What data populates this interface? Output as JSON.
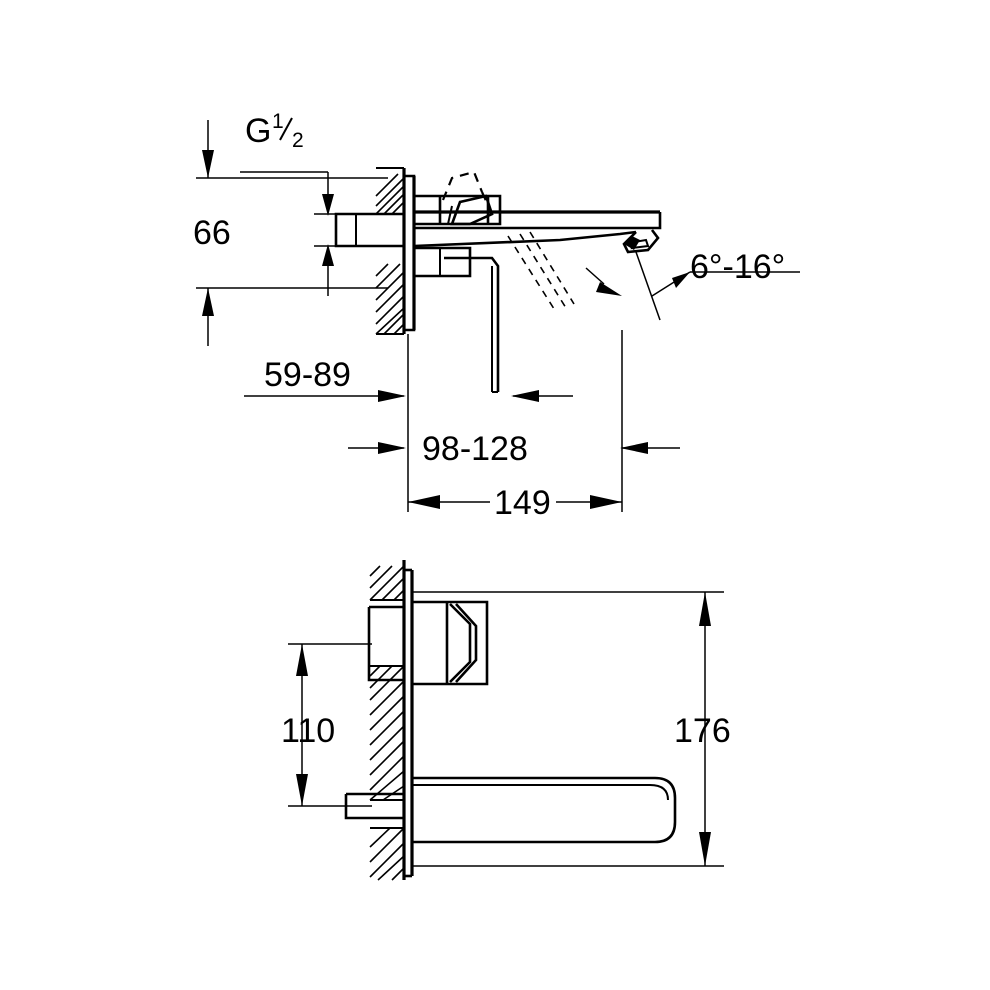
{
  "document": {
    "type": "technical-dimension-drawing",
    "subject": "wall-mounted two-hole basin mixer",
    "units": "mm",
    "background_color": "#ffffff",
    "line_color": "#000000"
  },
  "views": [
    {
      "id": "side-section-view",
      "name": "Side section view (top)",
      "description": "Cross-section through wall showing concealed body, lever handle and spout"
    },
    {
      "id": "front-elevation-view",
      "name": "Front elevation view (bottom)",
      "description": "Front view showing escutcheon plate, handle and spout"
    }
  ],
  "dimensions": {
    "thread": {
      "label_main": "G",
      "label_numerator": "1",
      "label_slash": "/",
      "label_denominator": "2",
      "label_full": "G 1/2"
    },
    "height_66": {
      "value": "66",
      "unit": "mm"
    },
    "angle_range": {
      "value": "6°-16°"
    },
    "depth_59_89": {
      "value": "59-89",
      "unit": "mm"
    },
    "projection_98_128": {
      "value": "98-128",
      "unit": "mm"
    },
    "length_149": {
      "value": "149",
      "unit": "mm"
    },
    "height_110": {
      "value": "110",
      "unit": "mm"
    },
    "height_176": {
      "value": "176",
      "unit": "mm"
    }
  },
  "labels": {
    "g_half": "G",
    "g_half_num": "1",
    "g_half_den": "2",
    "sixty_six": "66",
    "angle": "6°-16°",
    "fifty_nine_eighty_nine": "59-89",
    "ninety_eight_one_twenty_eight": "98-128",
    "one_forty_nine": "149",
    "one_ten": "110",
    "one_seventy_six": "176"
  }
}
